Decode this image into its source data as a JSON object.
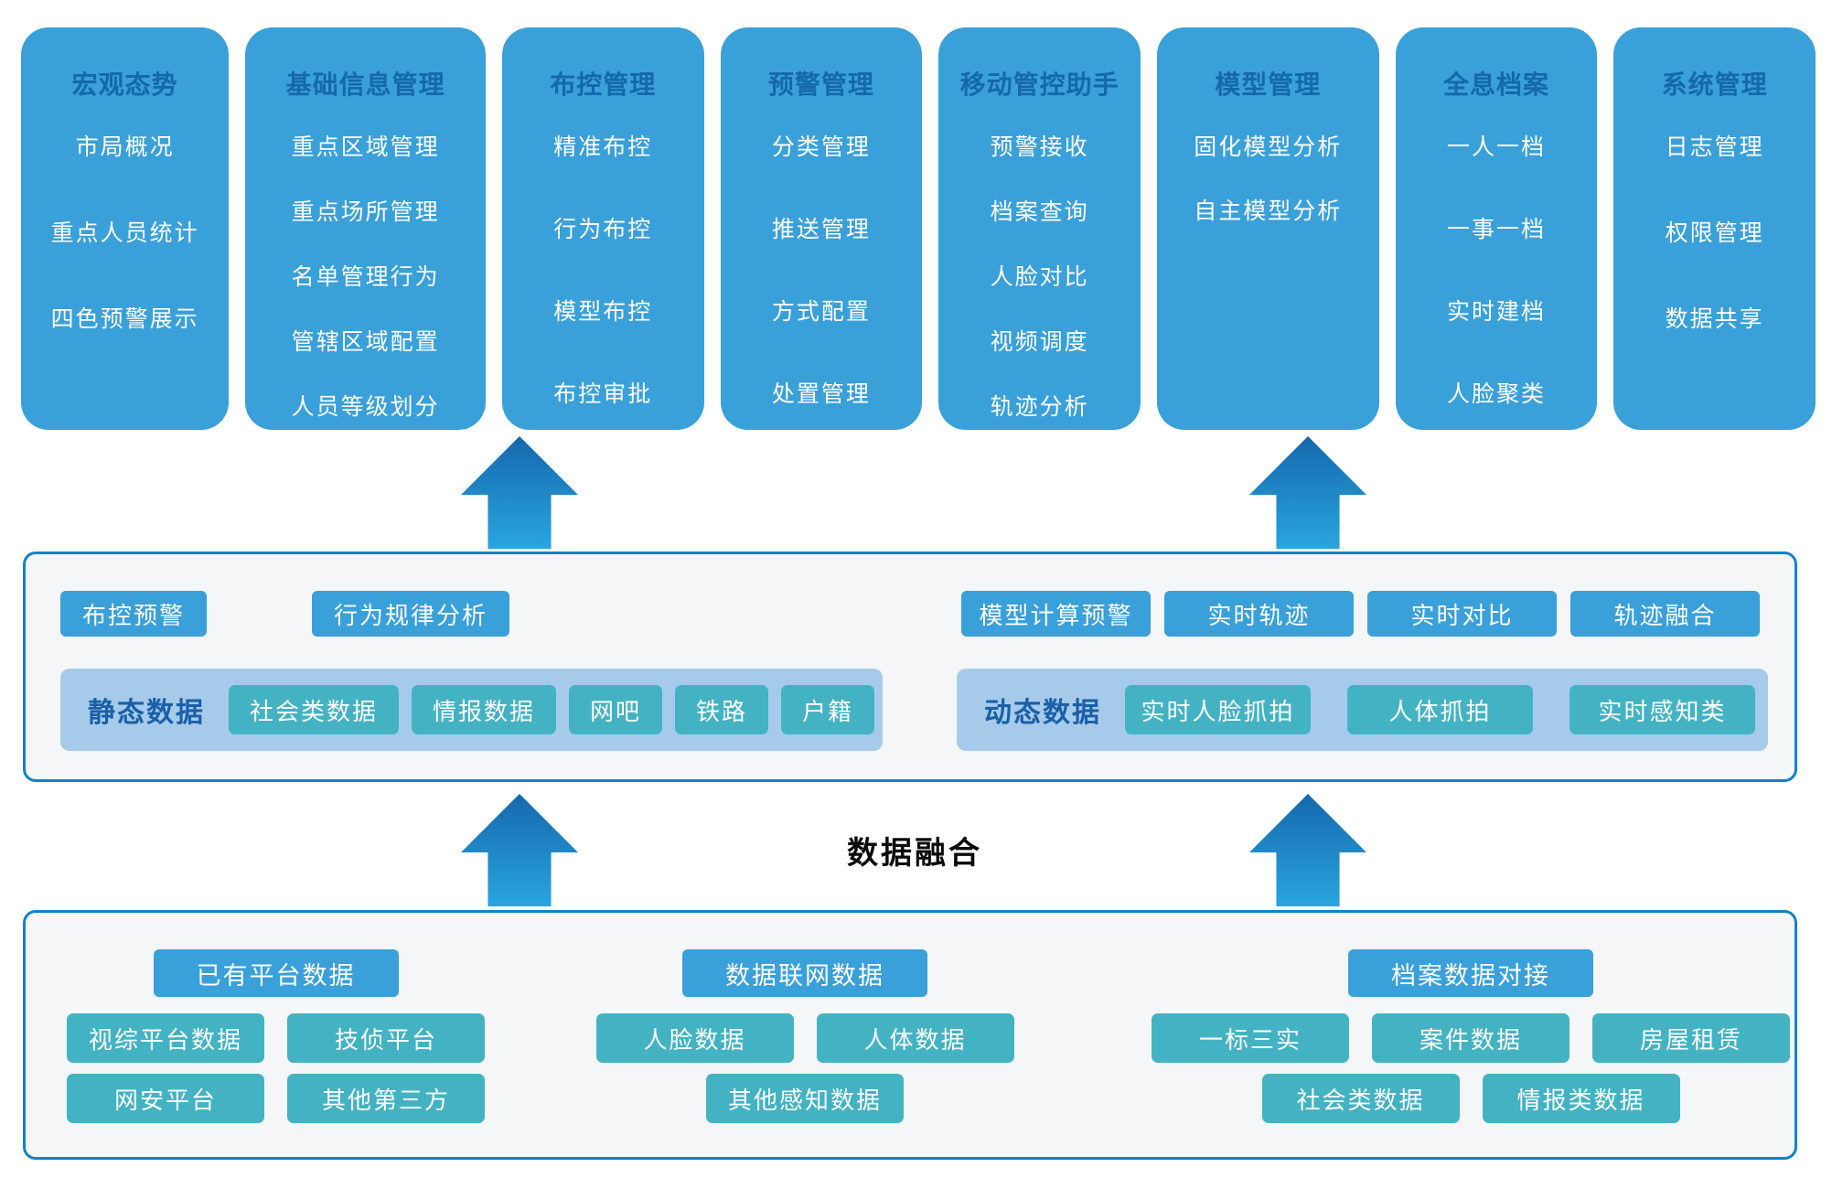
{
  "modules": [
    {
      "title": "宏观态势",
      "items": [
        "市局概况",
        "重点人员统计",
        "四色预警展示"
      ]
    },
    {
      "title": "基础信息管理",
      "items": [
        "重点区域管理",
        "重点场所管理",
        "名单管理行为",
        "管辖区域配置",
        "人员等级划分"
      ]
    },
    {
      "title": "布控管理",
      "items": [
        "精准布控",
        "行为布控",
        "模型布控",
        "布控审批"
      ]
    },
    {
      "title": "预警管理",
      "items": [
        "分类管理",
        "推送管理",
        "方式配置",
        "处置管理"
      ]
    },
    {
      "title": "移动管控助手",
      "items": [
        "预警接收",
        "档案查询",
        "人脸对比",
        "视频调度",
        "轨迹分析"
      ]
    },
    {
      "title": "模型管理",
      "items": [
        "固化模型分析",
        "自主模型分析"
      ]
    },
    {
      "title": "全息档案",
      "items": [
        "一人一档",
        "一事一档",
        "实时建档",
        "人脸聚类"
      ]
    },
    {
      "title": "系统管理",
      "items": [
        "日志管理",
        "权限管理",
        "数据共享"
      ]
    }
  ],
  "analysis_layer": {
    "left_buttons": [
      "布控预警",
      "行为规律分析"
    ],
    "right_buttons": [
      "模型计算预警",
      "实时轨迹",
      "实时对比",
      "轨迹融合"
    ],
    "static_group": {
      "label": "静态数据",
      "tags": [
        "社会类数据",
        "情报数据",
        "网吧",
        "铁路",
        "户籍"
      ]
    },
    "dynamic_group": {
      "label": "动态数据",
      "tags": [
        "实时人脸抓拍",
        "人体抓拍",
        "实时感知类"
      ]
    }
  },
  "fusion_label": "数据融合",
  "source_layer": {
    "groups": [
      {
        "header": "已有平台数据",
        "rows": [
          [
            "视综平台数据",
            "技侦平台"
          ],
          [
            "网安平台",
            "其他第三方"
          ]
        ]
      },
      {
        "header": "数据联网数据",
        "rows": [
          [
            "人脸数据",
            "人体数据"
          ],
          [
            "其他感知数据"
          ]
        ]
      },
      {
        "header": "档案数据对接",
        "rows": [
          [
            "一标三实",
            "案件数据",
            "房屋租赁"
          ],
          [
            "社会类数据",
            "情报类数据"
          ]
        ]
      }
    ]
  },
  "colors": {
    "card_bg": "#3aa0d9",
    "card_title": "#1568ad",
    "box_bg": "#f5f6f8",
    "box_border": "#1283c8",
    "panel_bg": "#a6cbea",
    "panel_label": "#1a5fa8",
    "teal": "#43b3c4",
    "btn_blue": "#39a0da",
    "arrow_top": "#1568ac",
    "arrow_bottom": "#2aa5e0",
    "fusion_color": "#0a0a0a"
  }
}
